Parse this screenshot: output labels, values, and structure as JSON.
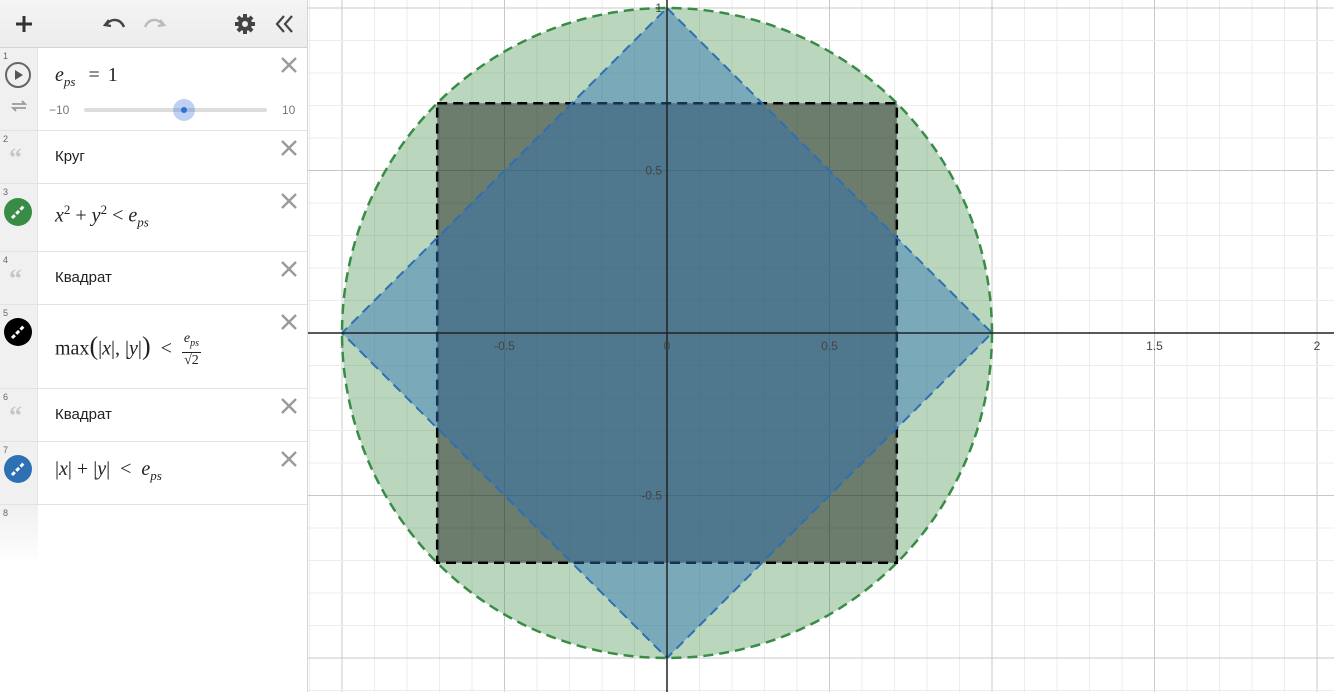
{
  "toolbar": {
    "icons": [
      "plus-icon",
      "undo-icon",
      "redo-icon",
      "gear-icon",
      "collapse-icon"
    ]
  },
  "expressions": [
    {
      "num": "1",
      "type": "slider",
      "var": "e",
      "sub": "ps",
      "eq": "=",
      "value": "1",
      "min": "−10",
      "max": "10",
      "slider_value": 1
    },
    {
      "num": "2",
      "type": "note",
      "text": "Круг"
    },
    {
      "num": "3",
      "type": "expr",
      "color": "#388c46"
    },
    {
      "num": "4",
      "type": "note",
      "text": "Квадрат"
    },
    {
      "num": "5",
      "type": "expr",
      "color": "#000000",
      "func": "max"
    },
    {
      "num": "6",
      "type": "note",
      "text": "Квадрат"
    },
    {
      "num": "7",
      "type": "expr",
      "color": "#2d70b3"
    },
    {
      "num": "8",
      "type": "empty"
    }
  ],
  "graph": {
    "x_ticks": [
      "-",
      "-0.5",
      "0",
      "0.5",
      "1.5",
      "2"
    ],
    "y_ticks": [
      "1",
      "0.5",
      "-0.5"
    ],
    "colors": {
      "circle": "#388c46",
      "square": "#000000",
      "diamond": "#2d70b3"
    }
  }
}
